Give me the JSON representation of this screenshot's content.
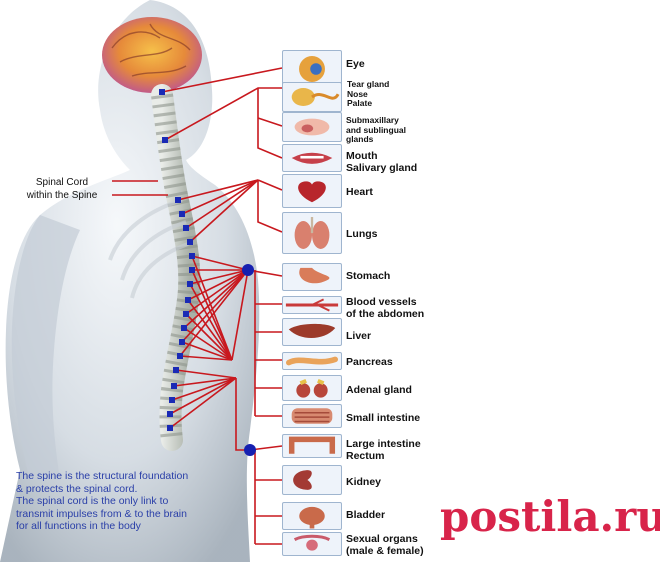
{
  "colors": {
    "nerve_line": "#c8181e",
    "spine_marker": "#1a2ab5",
    "junction": "#1620b0",
    "caption_text": "#2a3fa8",
    "watermark": "#d8244a",
    "brain": "#e9a43a"
  },
  "spine_label": "Spinal Cord\nwithin the Spine",
  "caption": "The spine is the structural foundation\n& protects the spinal cord.\nThe spinal cord is the only link to\ntransmit impulses from & to the brain\nfor all functions in the body",
  "watermark_text": "postila.ru",
  "organs": [
    {
      "id": "eye",
      "label": "Eye",
      "icon": "eye-icon"
    },
    {
      "id": "tear",
      "label": "Tear gland\nNose\nPalate",
      "icon": "tear-gland-icon"
    },
    {
      "id": "submax",
      "label": "Submaxillary\nand sublingual\nglands",
      "icon": "submaxillary-gland-icon"
    },
    {
      "id": "mouth",
      "label": "Mouth\nSalivary gland",
      "icon": "mouth-icon"
    },
    {
      "id": "heart",
      "label": "Heart",
      "icon": "heart-icon"
    },
    {
      "id": "lungs",
      "label": "Lungs",
      "icon": "lungs-icon"
    },
    {
      "id": "stomach",
      "label": "Stomach",
      "icon": "stomach-icon"
    },
    {
      "id": "blood",
      "label": "Blood vessels\nof the abdomen",
      "icon": "blood-vessel-icon"
    },
    {
      "id": "liver",
      "label": "Liver",
      "icon": "liver-icon"
    },
    {
      "id": "pancreas",
      "label": "Pancreas",
      "icon": "pancreas-icon"
    },
    {
      "id": "adrenal",
      "label": "Adenal gland",
      "icon": "adrenal-gland-icon"
    },
    {
      "id": "small",
      "label": "Small intestine",
      "icon": "small-intestine-icon"
    },
    {
      "id": "large",
      "label": "Large intestine\nRectum",
      "icon": "large-intestine-icon"
    },
    {
      "id": "kidney",
      "label": "Kidney",
      "icon": "kidney-icon"
    },
    {
      "id": "bladder",
      "label": "Bladder",
      "icon": "bladder-icon"
    },
    {
      "id": "sexual",
      "label": "Sexual organs\n(male & female)",
      "icon": "sexual-organs-icon"
    }
  ]
}
